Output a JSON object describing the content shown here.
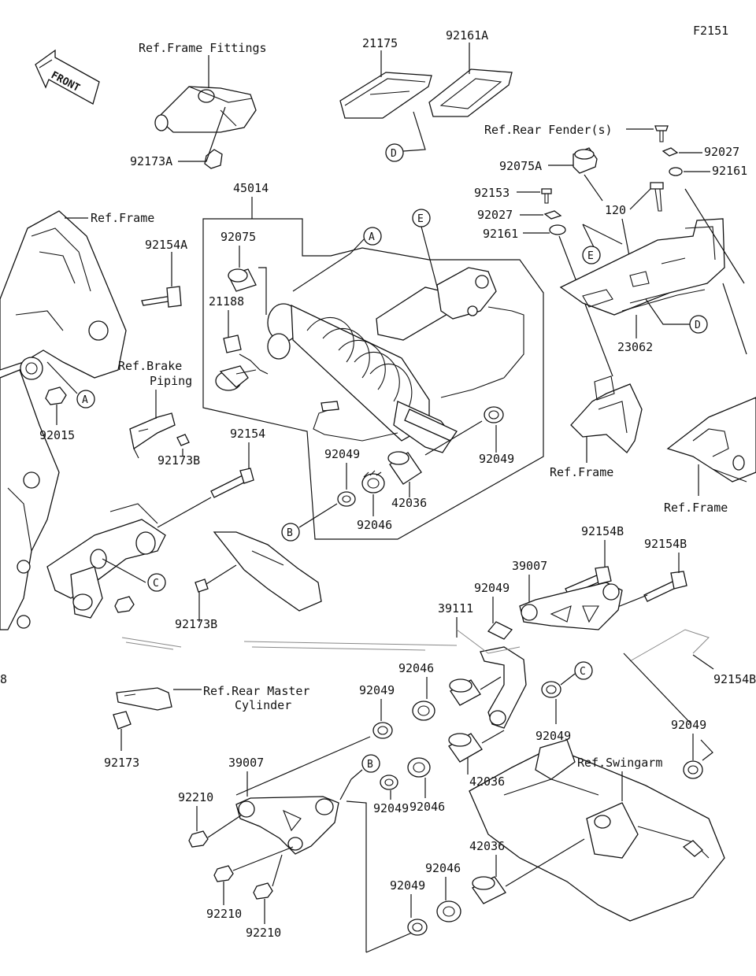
{
  "figure_code": "F2151",
  "front_label": "FRONT",
  "ref_labels": {
    "frame_fittings": "Ref.Frame Fittings",
    "rear_fender": "Ref.Rear Fender(s)",
    "frame_left": "Ref.Frame",
    "brake_piping_1": "Ref.Brake",
    "brake_piping_2": "Piping",
    "frame_mid": "Ref.Frame",
    "frame_right": "Ref.Frame",
    "rear_master_1": "Ref.Rear Master",
    "rear_master_2": "Cylinder",
    "swingarm": "Ref.Swingarm"
  },
  "part_numbers": {
    "p21175": "21175",
    "p92161A": "92161A",
    "p92173A": "92173A",
    "p92027_r": "92027",
    "p92161_r": "92161",
    "p92075A": "92075A",
    "p92153": "92153",
    "p92027_m": "92027",
    "p92161_m": "92161",
    "p120": "120",
    "p45014": "45014",
    "p92075": "92075",
    "p21188": "21188",
    "p92154A": "92154A",
    "p23062": "23062",
    "p92015": "92015",
    "p92154": "92154",
    "p92173B_1": "92173B",
    "p92049_a": "92049",
    "p92049_b": "92049",
    "p92046_a": "92046",
    "p42036_a": "42036",
    "p92173B_2": "92173B",
    "p92154B_1": "92154B",
    "p92154B_2": "92154B",
    "p39007_r": "39007",
    "p92049_c": "92049",
    "p39111": "39111",
    "p92154B_3": "92154B",
    "p92046_b": "92046",
    "p92049_d": "92049",
    "p92049_e": "92049",
    "p92049_f": "92049",
    "p92173": "92173",
    "p39007_l": "39007",
    "p42036_b": "42036",
    "p92210_a": "92210",
    "p92046_c": "92046",
    "p92049_g": "92049",
    "p42036_c": "42036",
    "p92046_d": "92046",
    "p92210_b": "92210",
    "p92049_h": "92049",
    "p92210_c": "92210",
    "p8_edge": "8"
  },
  "callouts": {
    "A": "A",
    "B": "B",
    "C": "C",
    "D": "D",
    "E": "E"
  }
}
